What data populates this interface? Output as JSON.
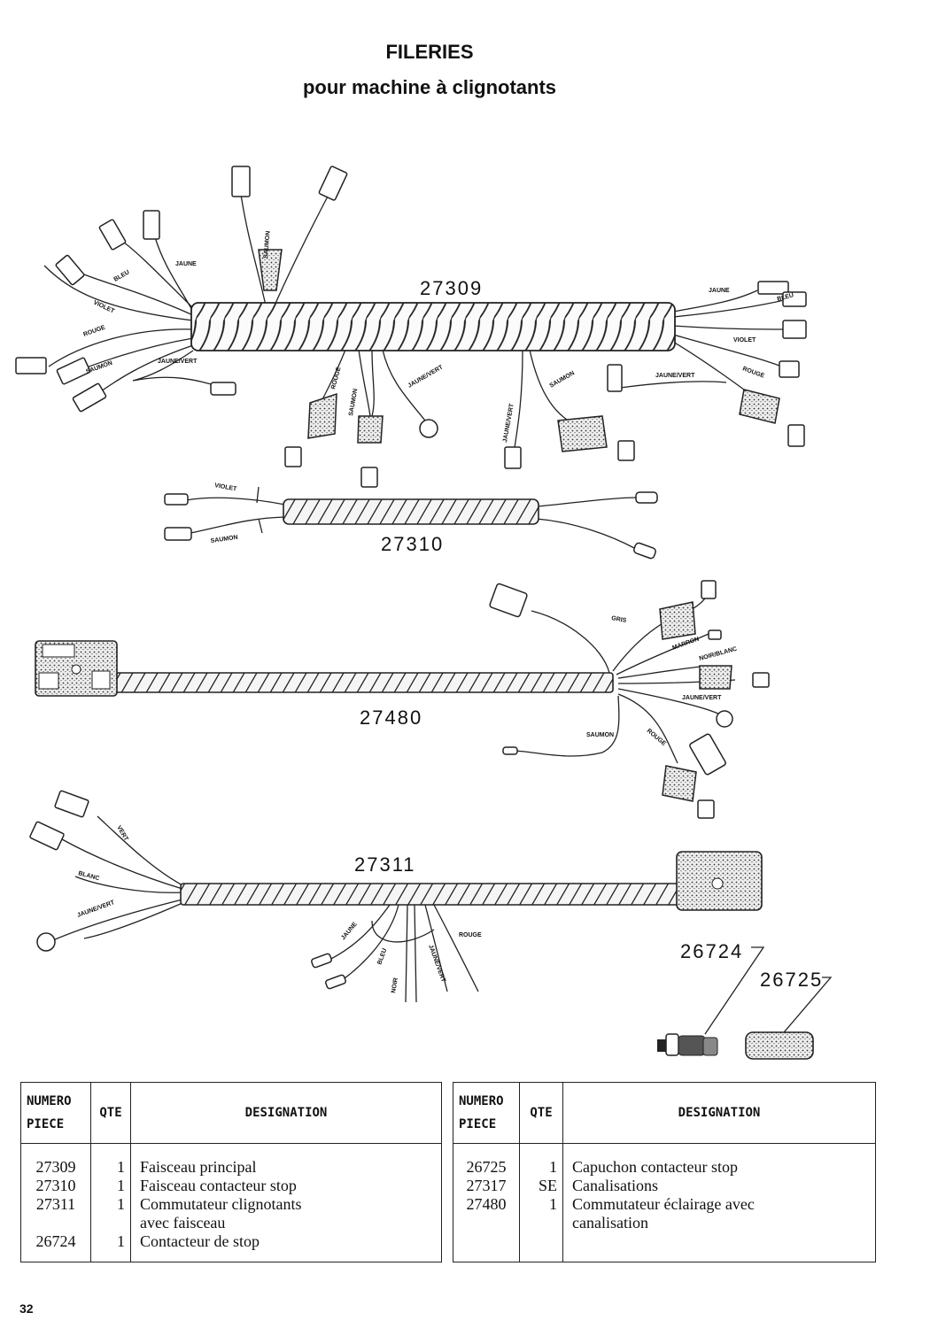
{
  "title": "FILERIES",
  "subtitle": "pour machine à clignotants",
  "page_number": "32",
  "harnesses": [
    {
      "number": "27309",
      "wires": [
        "JAUNE",
        "SAUMON",
        "BLEU",
        "ROUGE",
        "VIOLET",
        "SAUMON",
        "JAUNE/VERT",
        "ROUGE",
        "SAUMON",
        "JAUNE/VERT",
        "JAUNE/VERT",
        "SAUMON",
        "JAUNE",
        "BLEU",
        "VIOLET",
        "JAUNE/VERT",
        "ROUGE"
      ]
    },
    {
      "number": "27310",
      "wires": [
        "VIOLET",
        "SAUMON"
      ]
    },
    {
      "number": "27480",
      "wires": [
        "GRIS",
        "MARRON",
        "NOIR/BLANC",
        "JAUNE/VERT",
        "SAUMON",
        "ROUGE"
      ]
    },
    {
      "number": "27311",
      "wires": [
        "VERT",
        "BLANC",
        "JAUNE/VERT",
        "JAUNE",
        "BLEU",
        "NOIR",
        "JAUNE/VERT",
        "ROUGE"
      ]
    }
  ],
  "parts": {
    "p26724": "26724",
    "p26725": "26725"
  },
  "table": {
    "headers": {
      "numero": "NUMERO",
      "piece": "PIECE",
      "qte": "QTE",
      "designation": "DESIGNATION"
    },
    "left": {
      "numbers": [
        "27309",
        "27310",
        "27311",
        "",
        "26724"
      ],
      "qtys": [
        "1",
        "1",
        "1",
        "",
        "1"
      ],
      "designations": [
        "Faisceau principal",
        "Faisceau contacteur stop",
        "Commutateur clignotants",
        "avec faisceau",
        "Contacteur de stop"
      ]
    },
    "right": {
      "numbers": [
        "26725",
        "27317",
        "27480",
        ""
      ],
      "qtys": [
        "1",
        "SE",
        "1",
        ""
      ],
      "designations": [
        "Capuchon contacteur stop",
        "Canalisations",
        "Commutateur éclairage avec",
        "canalisation"
      ]
    }
  }
}
